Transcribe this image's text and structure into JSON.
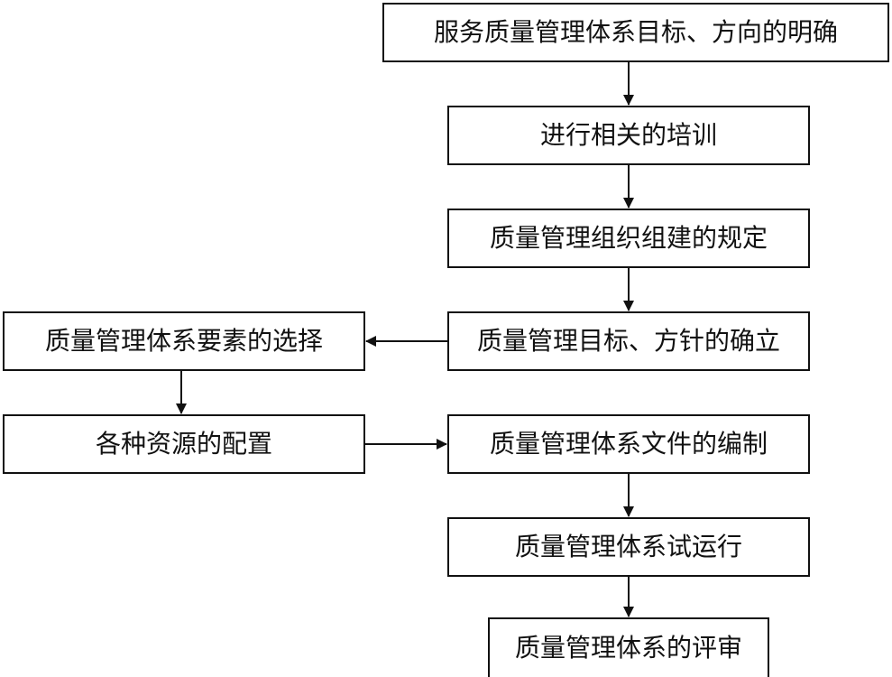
{
  "flowchart": {
    "nodes": [
      {
        "id": "n1",
        "label": "服务质量管理体系目标、方向的明确"
      },
      {
        "id": "n2",
        "label": "进行相关的培训"
      },
      {
        "id": "n3",
        "label": "质量管理组织组建的规定"
      },
      {
        "id": "n4",
        "label": "质量管理目标、方针的确立"
      },
      {
        "id": "n5",
        "label": "质量管理体系要素的选择"
      },
      {
        "id": "n6",
        "label": "各种资源的配置"
      },
      {
        "id": "n7",
        "label": "质量管理体系文件的编制"
      },
      {
        "id": "n8",
        "label": "质量管理体系试运行"
      },
      {
        "id": "n9",
        "label": "质量管理体系的评审"
      }
    ],
    "edges": [
      {
        "from": "n1",
        "to": "n2"
      },
      {
        "from": "n2",
        "to": "n3"
      },
      {
        "from": "n3",
        "to": "n4"
      },
      {
        "from": "n4",
        "to": "n5"
      },
      {
        "from": "n5",
        "to": "n6"
      },
      {
        "from": "n6",
        "to": "n7"
      },
      {
        "from": "n7",
        "to": "n8"
      },
      {
        "from": "n8",
        "to": "n9"
      }
    ],
    "colors": {
      "stroke": "#111111",
      "background": "#ffffff",
      "text": "#111111"
    }
  }
}
